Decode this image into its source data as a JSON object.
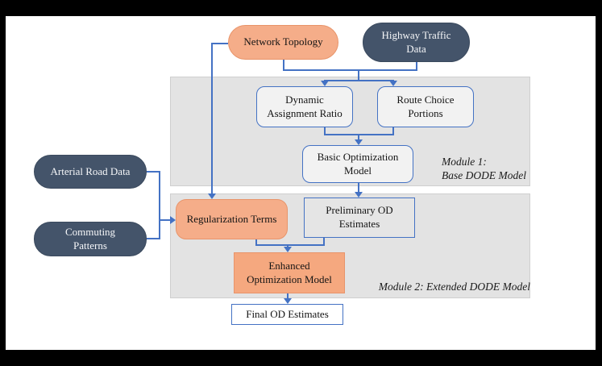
{
  "figure": {
    "type": "flow-diagram",
    "nodes": {
      "network_topology": "Network Topology",
      "highway_traffic_data": "Highway Traffic\nData",
      "arterial_road_data": "Arterial Road Data",
      "commuting_patterns": "Commuting\nPatterns",
      "dynamic_assignment_ratio": "Dynamic\nAssignment Ratio",
      "route_choice_portions": "Route Choice\nPortions",
      "basic_optimization_model": "Basic Optimization\nModel",
      "regularization_terms": "Regularization Terms",
      "preliminary_od_estimates": "Preliminary OD\nEstimates",
      "enhanced_optimization_model": "Enhanced\nOptimization Model",
      "final_od_estimates": "Final OD Estimates"
    },
    "labels": {
      "module1": "Module 1:\nBase DODE Model",
      "module2": "Module 2: Extended DODE Model"
    },
    "colors": {
      "connector_blue": "#4472C4",
      "dark_node_fill": "#44546A",
      "salmon_fill": "#F5AD89",
      "salmon_border": "#E8946A",
      "module_background": "#E3E3E3",
      "light_node_fill": "#F2F2F2",
      "frame": "#000000"
    }
  }
}
